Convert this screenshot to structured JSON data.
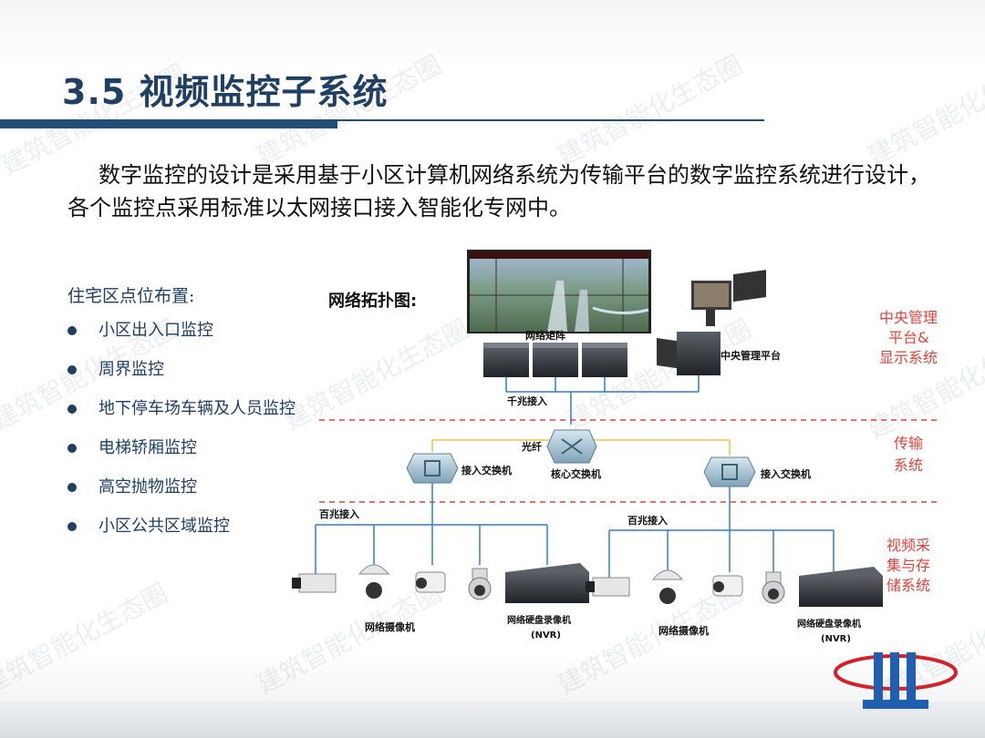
{
  "title": "3.5 视频监控子系统",
  "intro": "数字监控的设计是采用基于小区计算机网络系统为传输平台的数字监控系统进行设计，各个监控点采用标准以太网接口接入智能化专网中。",
  "layout": {
    "heading": "住宅区点位布置:",
    "items": [
      "小区出入口监控",
      "周界监控",
      "地下停车场车辆及人员监控",
      "电梯轿厢监控",
      "高空抛物监控",
      "小区公共区域监控"
    ]
  },
  "diagram": {
    "topology_title": "网络拓扑图:",
    "matrix_label": "网络矩阵",
    "central_platform_label": "中央管理平台",
    "gigabit_label": "千兆接入",
    "fiber_label": "光纤",
    "core_switch_label": "核心交换机",
    "access_switch_left_label": "接入交换机",
    "access_switch_right_label": "接入交换机",
    "fast_ethernet_left_label": "百兆接入",
    "fast_ethernet_right_label": "百兆接入",
    "camera_left_label": "网络摄像机",
    "camera_right_label": "网络摄像机",
    "nvr_left_label": "网络硬盘录像机",
    "nvr_left_sub": "(NVR)",
    "nvr_right_label": "网络硬盘录像机",
    "nvr_right_sub": "(NVR)",
    "zone_central": [
      "中央管理",
      "平台&",
      "显示系统"
    ],
    "zone_transport": [
      "传输",
      "系统"
    ],
    "zone_capture": [
      "视频采",
      "集与存",
      "储系统"
    ]
  },
  "watermark": "建筑智能化生态圈",
  "colors": {
    "title": "#1f3f63",
    "rule": "#1f4e79",
    "zone_red": "#e2433b",
    "link_blue": "#2f7fd0",
    "fiber_yellow": "#e8c64a"
  }
}
